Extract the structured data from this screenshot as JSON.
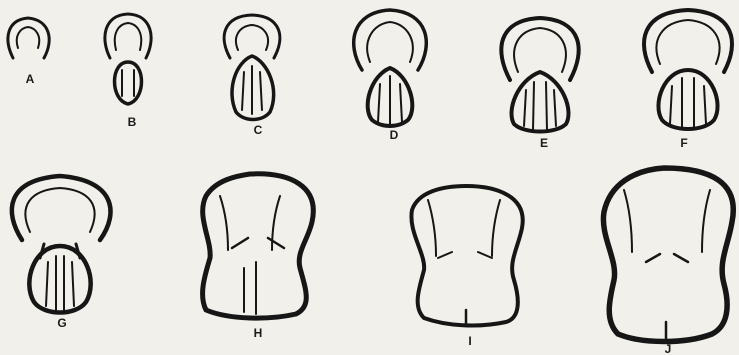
{
  "figure": {
    "panels": [
      {
        "id": "a",
        "label": "A"
      },
      {
        "id": "b",
        "label": "B"
      },
      {
        "id": "c",
        "label": "C"
      },
      {
        "id": "d",
        "label": "D"
      },
      {
        "id": "e",
        "label": "E"
      },
      {
        "id": "f",
        "label": "F"
      },
      {
        "id": "g",
        "label": "G"
      },
      {
        "id": "h",
        "label": "H"
      },
      {
        "id": "i",
        "label": "I"
      },
      {
        "id": "j",
        "label": "J"
      }
    ]
  }
}
